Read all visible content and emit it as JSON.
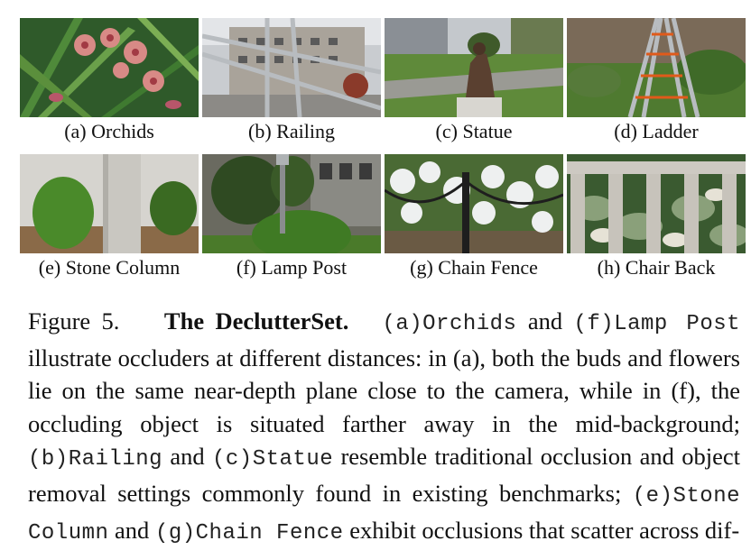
{
  "panels": [
    {
      "label": "(a) Orchids"
    },
    {
      "label": "(b) Railing"
    },
    {
      "label": "(c) Statue"
    },
    {
      "label": "(d) Ladder"
    },
    {
      "label": "(e) Stone Column"
    },
    {
      "label": "(f) Lamp Post"
    },
    {
      "label": "(g) Chain Fence"
    },
    {
      "label": "(h) Chair Back"
    }
  ],
  "caption": {
    "fig": "Figure 5.",
    "title": "The DeclutterSet.",
    "ref_a": "(a)Orchids",
    "t1": " and ",
    "ref_f": "(f)Lamp Post",
    "t2": " illustrate occluders at different distances: in (a), both the buds and flowers lie on the same near-depth plane close to the camera, while in (f), the occluding object is situated farther away in the mid-background; ",
    "ref_b": "(b)Railing",
    "t3": " and ",
    "ref_c": "(c)Statue",
    "t4": " resemble traditional occlusion and object removal settings commonly found in existing benchmarks; ",
    "ref_e": "(e)Stone Column",
    "t5": " and ",
    "ref_g": "(g)Chain Fence",
    "t6": " exhibit occlusions that scatter across dif-"
  }
}
